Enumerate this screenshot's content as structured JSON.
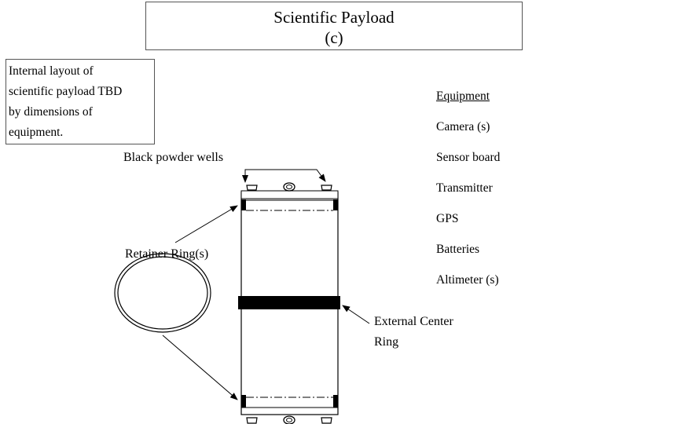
{
  "title": {
    "line1": "Scientific Payload",
    "line2": "(c)"
  },
  "note": {
    "lines": [
      "Internal layout of",
      "scientific payload TBD",
      "by dimensions of",
      "equipment."
    ]
  },
  "equipment": {
    "heading": "Equipment",
    "items": [
      "Camera (s)",
      "Sensor board",
      "Transmitter",
      "GPS",
      "Batteries",
      "Altimeter (s)"
    ]
  },
  "labels": {
    "black_powder_wells": "Black powder wells",
    "retainer_rings": "Retainer Ring(s)",
    "external_center_ring_line1": "External Center",
    "external_center_ring_line2": "Ring"
  }
}
